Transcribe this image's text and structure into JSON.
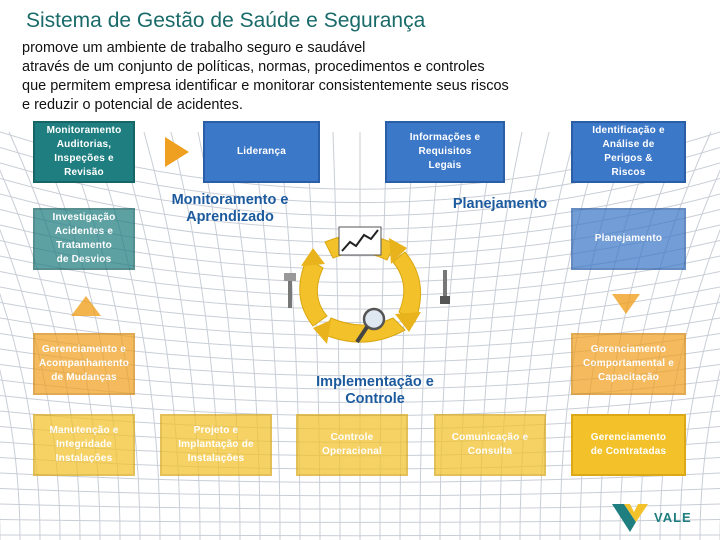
{
  "slide": {
    "title": "Sistema de Gestão de Saúde e Segurança",
    "intro": "promove um ambiente de trabalho seguro e saudável\natravés de um conjunto de políticas, normas, procedimentos e controles\nque permitem empresa identificar e monitorar consistentemente seus riscos\ne reduzir o potencial de acidentes."
  },
  "phases": {
    "monitoring": "Monitoramento e\nAprendizado",
    "planning": "Planejamento",
    "implementation": "Implementação e\nControle"
  },
  "boxes": {
    "audit": "Monitoramento\nAuditorias,\nInspeções e\nRevisão",
    "leadership": "Liderança",
    "legal_info": "Informações e\nRequisitos\nLegais",
    "risk_id": "Identificação e\nAnálise de\nPerigos &\nRiscos",
    "investigation": "Investigação\nAcidentes e\nTratamento\nde Desvios",
    "planning_box": "Planejamento",
    "change_mgmt": "Gerenciamento e\nAcompanhamento\nde Mudanças",
    "skills_mgmt": "Gerenciamento\nComportamental e\nCapacitação",
    "integrity": "Manutenção e\nIntegridade\nInstalações",
    "projects": "Projeto e\nImplantação de\nInstalações",
    "operational_control": "Controle\nOperacional",
    "communication": "Comunicação e\nConsulta",
    "contractors": "Gerenciamento\nde Contratadas"
  },
  "logo": {
    "text": "VALE"
  },
  "colors": {
    "title": "#1a6a6a",
    "blue": "#3c78c8",
    "teal": "#1f7e80",
    "orange": "#f0a020",
    "yellow": "#f3c22a",
    "phase_text": "#1c5a9e",
    "grid": "#c9ced6"
  },
  "icons": [
    "arrow-right-icon",
    "cycle-arrows-icon",
    "chart-icon",
    "magnifier-icon",
    "triangle-up-icon",
    "triangle-down-icon",
    "vale-logo-icon"
  ]
}
